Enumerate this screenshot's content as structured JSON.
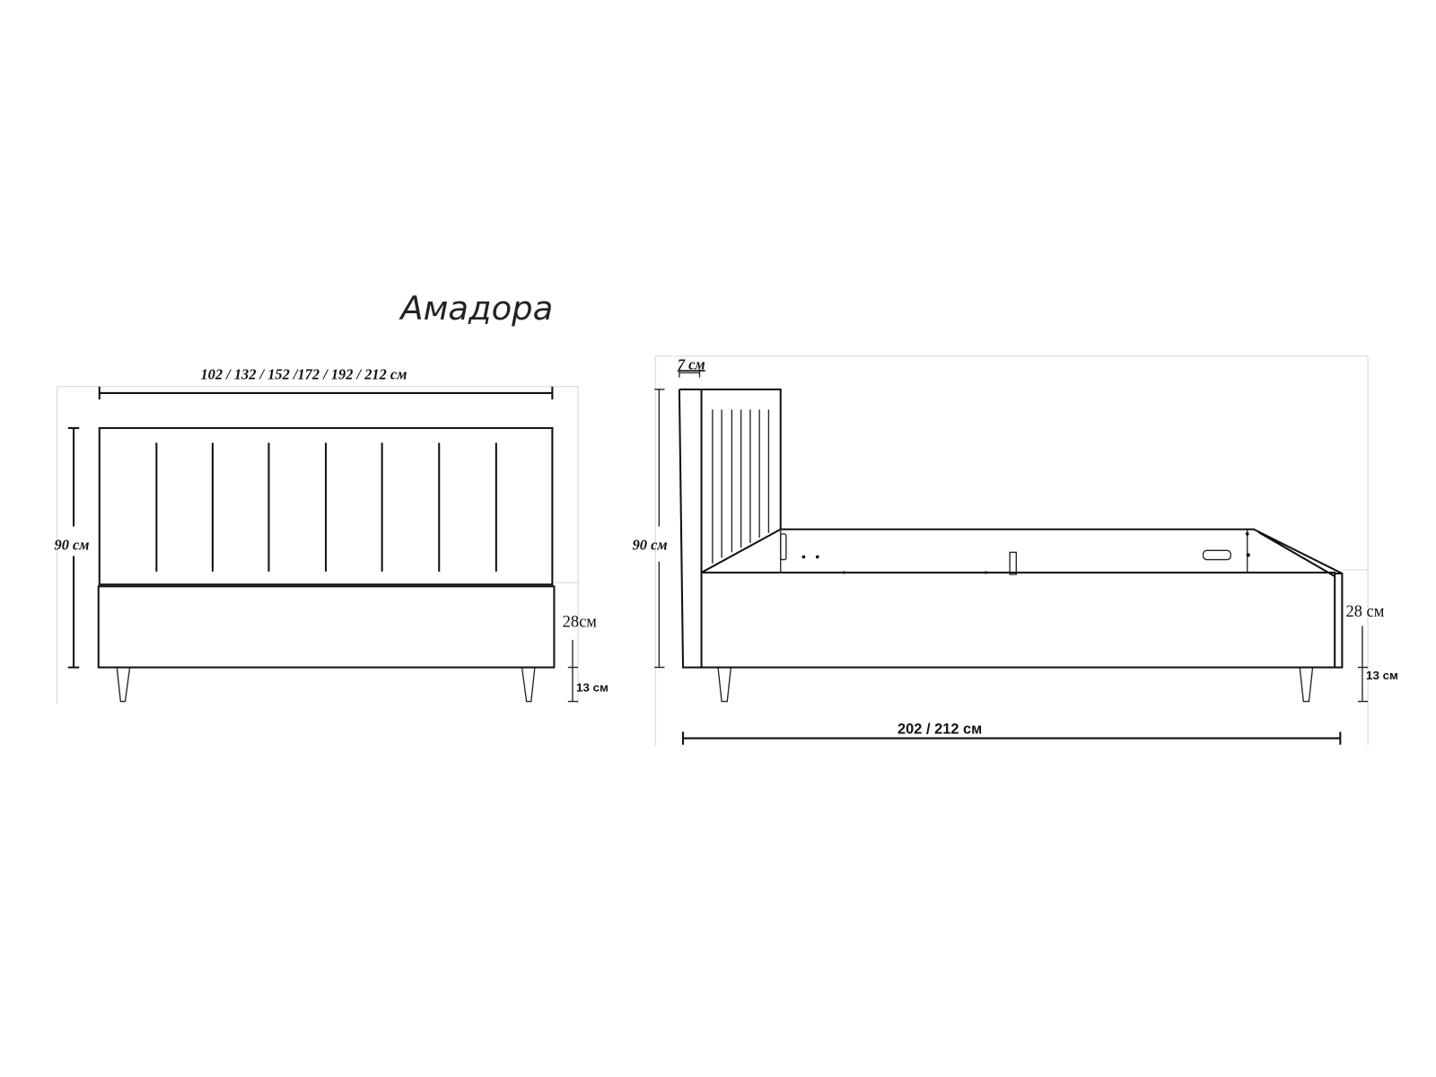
{
  "title": "Амадора",
  "front_view": {
    "width_label": "102 / 132 / 152 /172 / 192 / 212 см",
    "height_label": "90 см",
    "base_label": "28см",
    "leg_label": "13 см"
  },
  "side_view": {
    "headboard_thickness_label": "7 см",
    "height_label": "90 см",
    "base_label": "28 см",
    "leg_label": "13 см",
    "length_label": "202 / 212 см"
  }
}
